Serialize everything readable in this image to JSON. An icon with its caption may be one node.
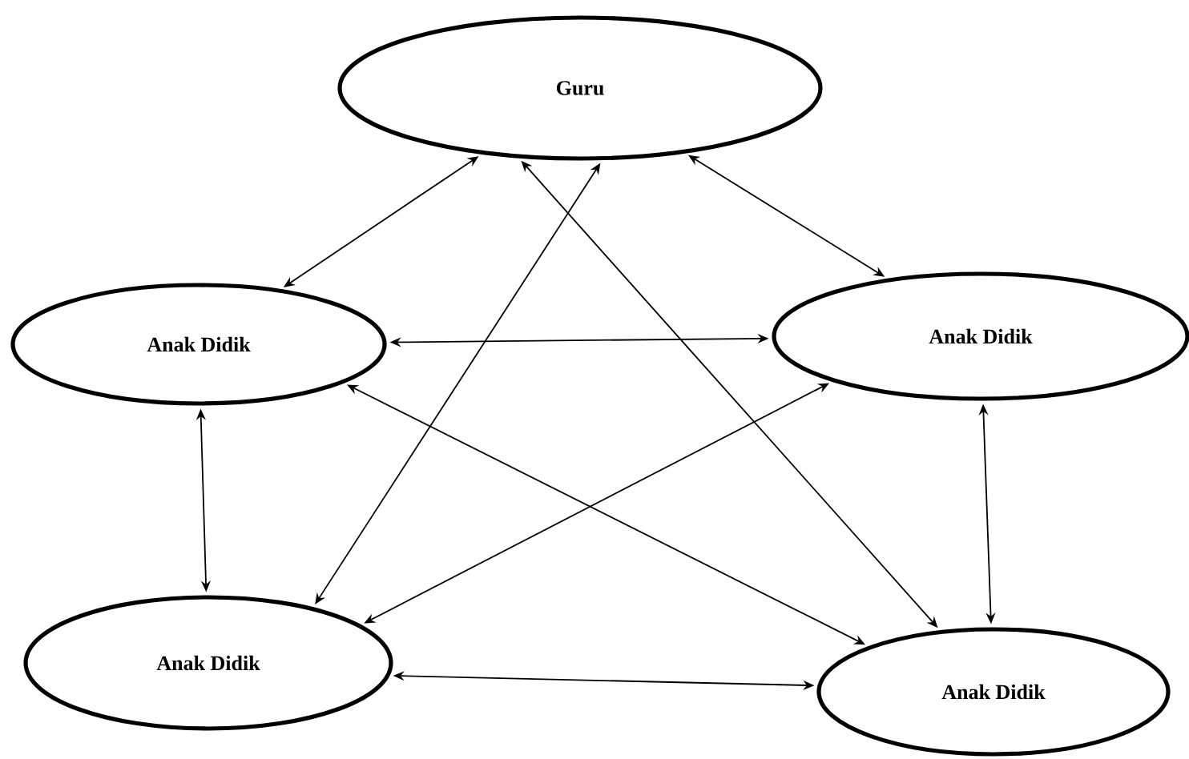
{
  "diagram": {
    "nodes": [
      {
        "text": [
          "Guru"
        ]
      },
      {
        "text": [
          "Anak Didik"
        ]
      },
      {
        "text": [
          "Anak Didik"
        ]
      },
      {
        "text": [
          "Anak Didik"
        ]
      },
      {
        "text": [
          "Anak Didik"
        ]
      }
    ],
    "edges": [
      {
        "from": 0,
        "to": 1,
        "arrow": "both"
      },
      {
        "from": 0,
        "to": 2,
        "arrow": "both"
      },
      {
        "from": 0,
        "to": 3,
        "arrow": "both"
      },
      {
        "from": 0,
        "to": 4,
        "arrow": "both"
      },
      {
        "from": 1,
        "to": 2,
        "arrow": "both"
      },
      {
        "from": 1,
        "to": 3,
        "arrow": "both"
      },
      {
        "from": 1,
        "to": 4,
        "arrow": "both"
      },
      {
        "from": 2,
        "to": 3,
        "arrow": "both"
      },
      {
        "from": 2,
        "to": 4,
        "arrow": "both"
      },
      {
        "from": 3,
        "to": 4,
        "arrow": "both"
      }
    ]
  }
}
